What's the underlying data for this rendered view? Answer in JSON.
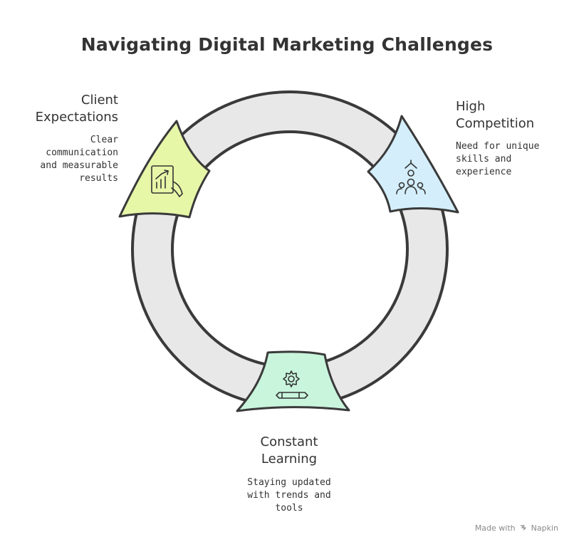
{
  "title": "Navigating Digital Marketing Challenges",
  "items": [
    {
      "id": "client",
      "title_lines": [
        "Client",
        "Expectations"
      ],
      "description_lines": [
        "Clear",
        "communication",
        "and measurable",
        "results"
      ],
      "icon": "report-chart-icon",
      "color": "#e6f7a8"
    },
    {
      "id": "competition",
      "title_lines": [
        "High",
        "Competition"
      ],
      "description_lines": [
        "Need for unique",
        "skills and",
        "experience"
      ],
      "icon": "competitors-icon",
      "color": "#d4effb"
    },
    {
      "id": "learning",
      "title_lines": [
        "Constant",
        "Learning"
      ],
      "description_lines": [
        "Staying updated",
        "with trends and",
        "tools"
      ],
      "icon": "gear-pencil-icon",
      "color": "#c9f5dd"
    }
  ],
  "footer": {
    "made_with": "Made with",
    "brand": "Napkin"
  },
  "colors": {
    "ring": "#e8e8e8",
    "outline": "#3a3a3a"
  }
}
